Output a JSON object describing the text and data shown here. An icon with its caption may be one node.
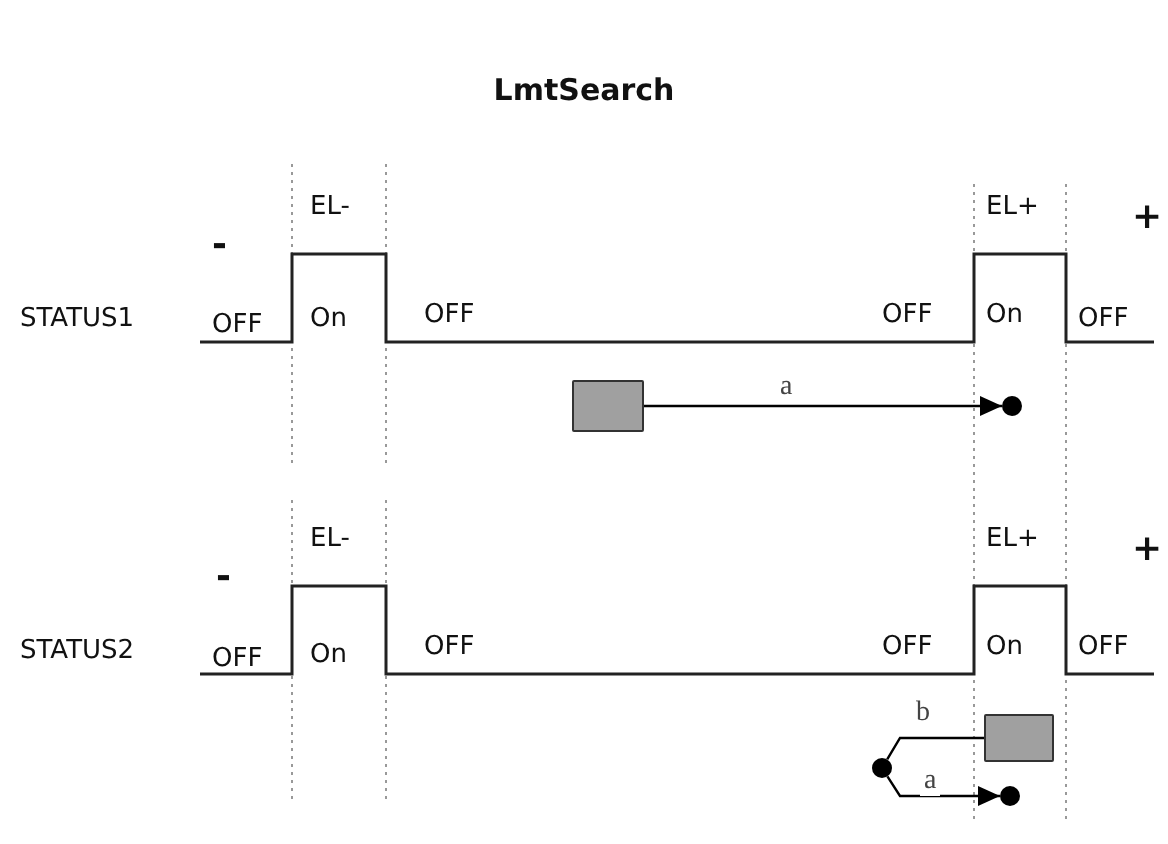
{
  "diagram": {
    "title": "LmtSearch",
    "nodes": [
      {
        "text": [],
        "shape": "box"
      },
      {
        "text": [],
        "shape": "circle"
      },
      {
        "text": [],
        "shape": "box"
      },
      {
        "text": [],
        "shape": "circle"
      },
      {
        "text": [],
        "shape": "circle"
      }
    ],
    "edges": [
      {
        "from": 0,
        "to": 1,
        "arrow": "to",
        "label": "a"
      },
      {
        "from": 2,
        "to": 3,
        "arrow": "none",
        "label": "b"
      },
      {
        "from": 3,
        "to": 4,
        "arrow": "to",
        "label": "a"
      }
    ],
    "labels": [
      "-",
      "EL-",
      "EL+",
      "+",
      "STATUS1",
      "OFF",
      "On",
      "OFF",
      "OFF",
      "On",
      "OFF",
      "-",
      "EL-",
      "EL+",
      "+",
      "STATUS2",
      "OFF",
      "On",
      "OFF",
      "OFF",
      "On",
      "OFF"
    ]
  }
}
